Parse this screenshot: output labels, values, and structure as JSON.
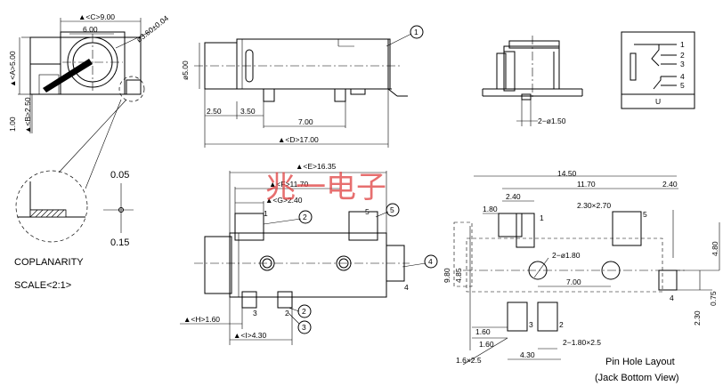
{
  "watermark": "兆一电子",
  "front_view": {
    "dim_c": "▲<C>9.00",
    "dim_600": "6.00",
    "dim_phi": "ø3.60±0.04",
    "dim_a": "▲<A>5.00",
    "dim_b": "▲<B>2.50",
    "dim_100": "1.00"
  },
  "detail": {
    "dim_005": "0.05",
    "dim_015": "0.15",
    "label": "COPLANARITY",
    "scale": "SCALE<2:1>"
  },
  "side_view": {
    "callout_1": "1",
    "dim_phi5": "ø5.00",
    "dim_250": "2.50",
    "dim_350": "3.50",
    "dim_700": "7.00",
    "dim_d": "▲<D>17.00"
  },
  "end_view": {
    "dim_holes": "2−ø1.50"
  },
  "schematic": {
    "pins": [
      "1",
      "2",
      "3",
      "4",
      "5"
    ],
    "label": "U"
  },
  "bottom_view": {
    "dim_e": "▲<E>16.35",
    "dim_f": "▲<F>11.70",
    "dim_g": "▲<G>2.40",
    "dim_h": "▲<H>1.60",
    "dim_i": "▲<I>4.30",
    "pin1": "1",
    "pin2": "2",
    "pin3": "3",
    "pin4": "4",
    "pin5": "5",
    "callout_2a": "2",
    "callout_5": "5",
    "callout_4": "4",
    "callout_2b": "2",
    "callout_3": "3"
  },
  "pin_layout": {
    "d1450": "14.50",
    "d1170": "11.70",
    "d240a": "2.40",
    "d240b": "2.40",
    "d180": "1.80",
    "d230x270": "2.30×2.70",
    "d2phi180": "2−ø1.80",
    "d700": "7.00",
    "d980": "9.80",
    "d485": "4.85",
    "d480": "4.80",
    "d075": "0.75",
    "d230": "2.30",
    "d160a": "1.60",
    "d160b": "1.60",
    "d16x25": "1.6×2.5",
    "d430": "4.30",
    "d2x180x25": "2−1.80×2.5",
    "pin1": "1",
    "pin2": "2",
    "pin3": "3",
    "pin4": "4",
    "pin5": "5",
    "title": "Pin Hole Layout",
    "subtitle": "(Jack Bottom View)"
  }
}
